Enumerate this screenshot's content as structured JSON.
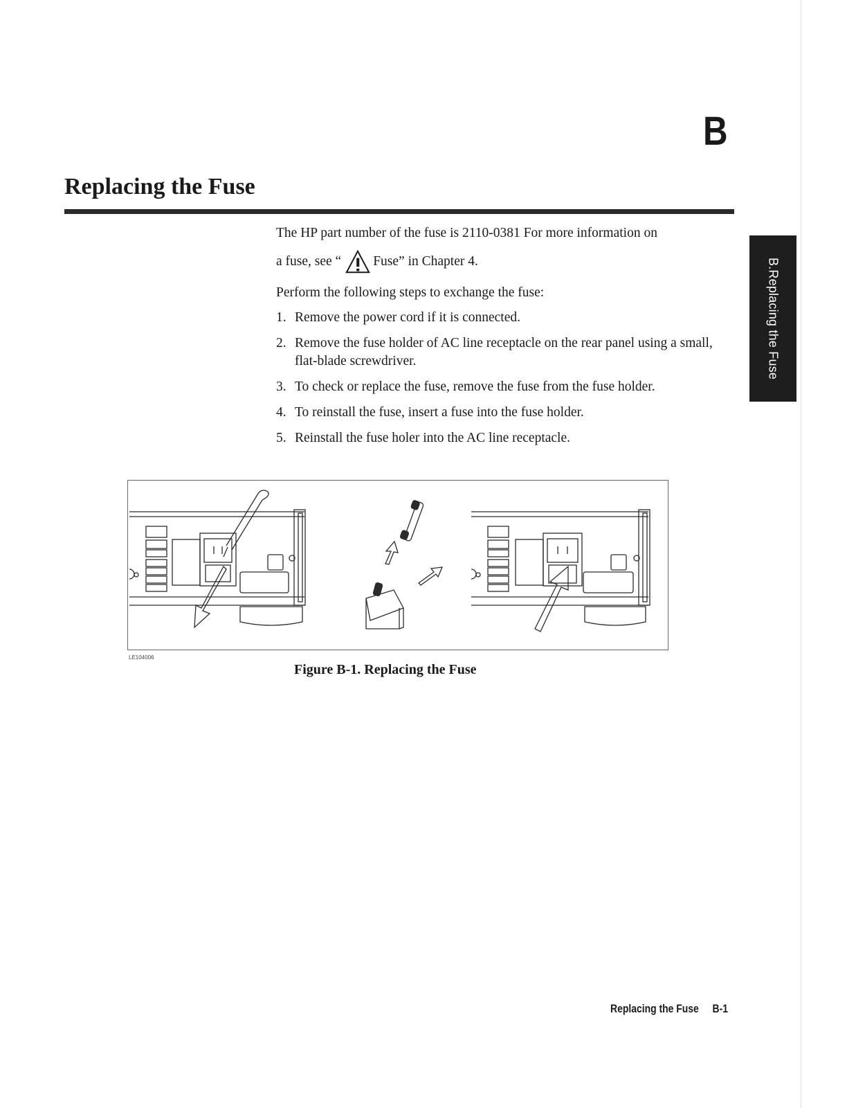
{
  "chapter": {
    "letter": "B"
  },
  "title": "Replacing the Fuse",
  "side_tab": "B.Replacing the Fuse",
  "body": {
    "para1_line1": "The HP part number of the fuse is 2110-0381 For more information on",
    "para1_pre": "a fuse, see “",
    "para1_post": "Fuse” in Chapter  4.",
    "para2": "Perform the following steps to exchange the fuse:",
    "steps": [
      {
        "num": "1.",
        "text": "Remove the power cord if it is connected."
      },
      {
        "num": "2.",
        "text": "Remove the fuse holder of AC line receptacle on the rear panel using a small, flat-blade screwdriver."
      },
      {
        "num": "3.",
        "text": "To check or replace the fuse, remove the fuse from the fuse holder."
      },
      {
        "num": "4.",
        "text": "To reinstall the fuse, insert a fuse into the fuse holder."
      },
      {
        "num": "5.",
        "text": "Reinstall the fuse holer into the AC line receptacle."
      }
    ]
  },
  "figure": {
    "id": "LE104006",
    "caption": "Figure B-1. Replacing the Fuse"
  },
  "footer": {
    "section": "Replacing the Fuse",
    "page": "B-1"
  }
}
